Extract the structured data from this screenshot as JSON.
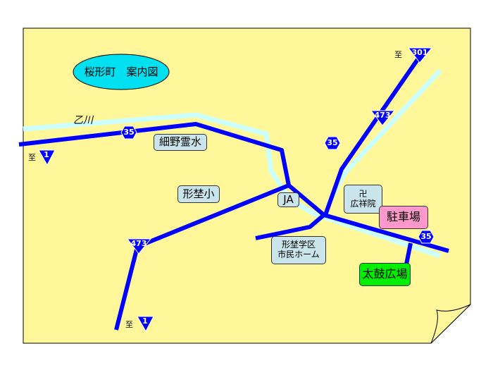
{
  "title": "桜形町　案内図",
  "river": "乙川",
  "labels": {
    "hosono": "細野霊水",
    "school": "形埜小",
    "ja": "JA",
    "temple_symbol": "卍",
    "temple": "広祥院",
    "parking": "駐車場",
    "hall_line1": "形埜学区",
    "hall_line2": "市民ホーム",
    "taiko": "太鼓広場"
  },
  "route_markers": {
    "r35_west": "35",
    "r35_center": "35",
    "r35_east": "35",
    "r301": "301",
    "r473_north": "473",
    "r473_south": "473",
    "r1_west": "1",
    "r1_south": "1"
  },
  "direction_prefix": "至",
  "colors": {
    "paper": "#fff799",
    "road": "#0000ff",
    "river": "#ccffff",
    "title_ellipse": "#00e0f0",
    "parking": "#ff99cc",
    "taiko": "#00ee00",
    "label": "#c9e4ea"
  }
}
